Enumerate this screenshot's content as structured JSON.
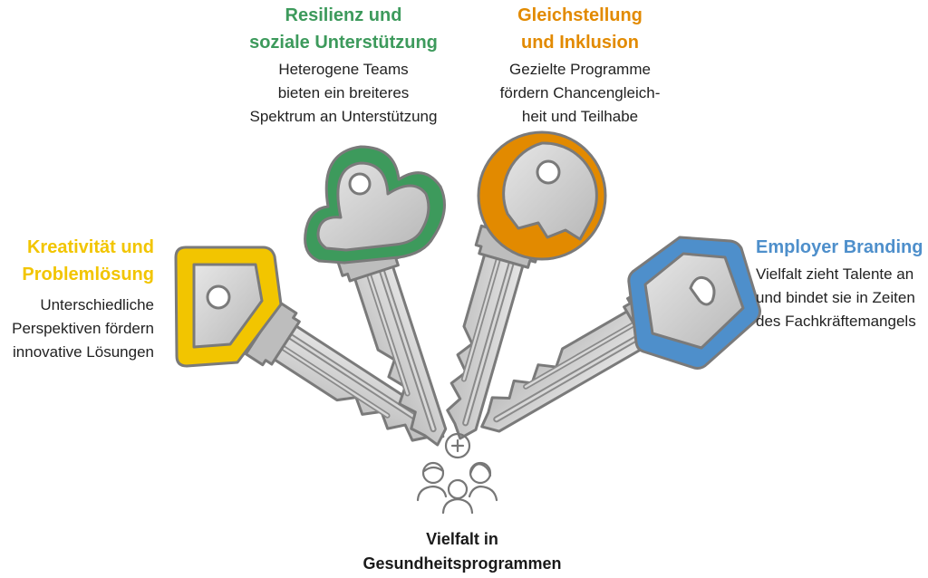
{
  "colors": {
    "yellow": "#F2C500",
    "green": "#3D9A5C",
    "orange": "#E28A00",
    "blue": "#4E8FCB",
    "key_fill": "#C9C9C9",
    "key_stroke": "#7A7A7A"
  },
  "center": {
    "icon": "people-plus-icon",
    "title_lines": [
      "Vielfalt in",
      "Gesundheitsprogrammen"
    ]
  },
  "keys": [
    {
      "id": "kreativitaet",
      "color": "#F2C500",
      "head_shape": "pentagon",
      "title_lines": [
        "Kreativität und",
        "Problemlösung"
      ],
      "text_lines": [
        "Unterschiedliche",
        "Perspektiven fördern",
        "innovative Lösungen"
      ]
    },
    {
      "id": "resilienz",
      "color": "#3D9A5C",
      "head_shape": "cloud",
      "title_lines": [
        "Resilienz und",
        "soziale Unterstützung"
      ],
      "text_lines": [
        "Heterogene Teams",
        "bieten ein breiteres",
        "Spektrum an Unterstützung"
      ]
    },
    {
      "id": "gleichstellung",
      "color": "#E28A00",
      "head_shape": "circle",
      "title_lines": [
        "Gleichstellung",
        "und Inklusion"
      ],
      "text_lines": [
        "Gezielte Programme",
        "fördern Chancengleich-",
        "heit und Teilhabe"
      ]
    },
    {
      "id": "employer",
      "color": "#4E8FCB",
      "head_shape": "hexagon",
      "title_lines": [
        "Employer Branding"
      ],
      "text_lines": [
        "Vielfalt zieht Talente an",
        "und bindet sie in Zeiten",
        "des Fachkräftemangels"
      ]
    }
  ]
}
